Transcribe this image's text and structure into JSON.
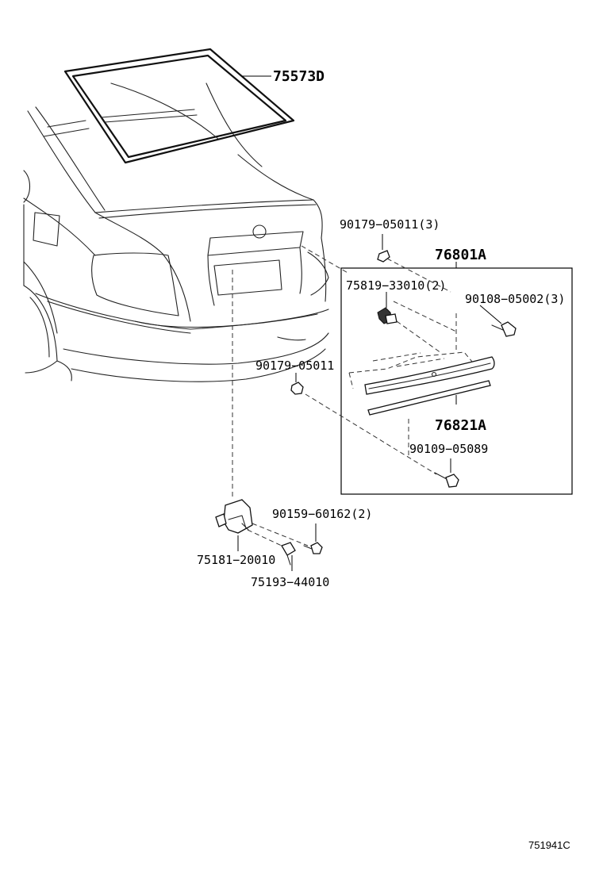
{
  "diagram": {
    "labels": {
      "p75573D": "75573D",
      "p76801A": "76801A",
      "p76821A": "76821A",
      "p90179_05011_3": "90179−05011(3)",
      "p75819_33010_2": "75819−33010(2)",
      "p90108_05002_3": "90108−05002(3)",
      "p90179_05011": "90179−05011",
      "p90109_05089": "90109−05089",
      "p90159_60162_2": "90159−60162(2)",
      "p75181_20010": "75181−20010",
      "p75193_44010": "75193−44010"
    },
    "figure_code": "751941C"
  }
}
